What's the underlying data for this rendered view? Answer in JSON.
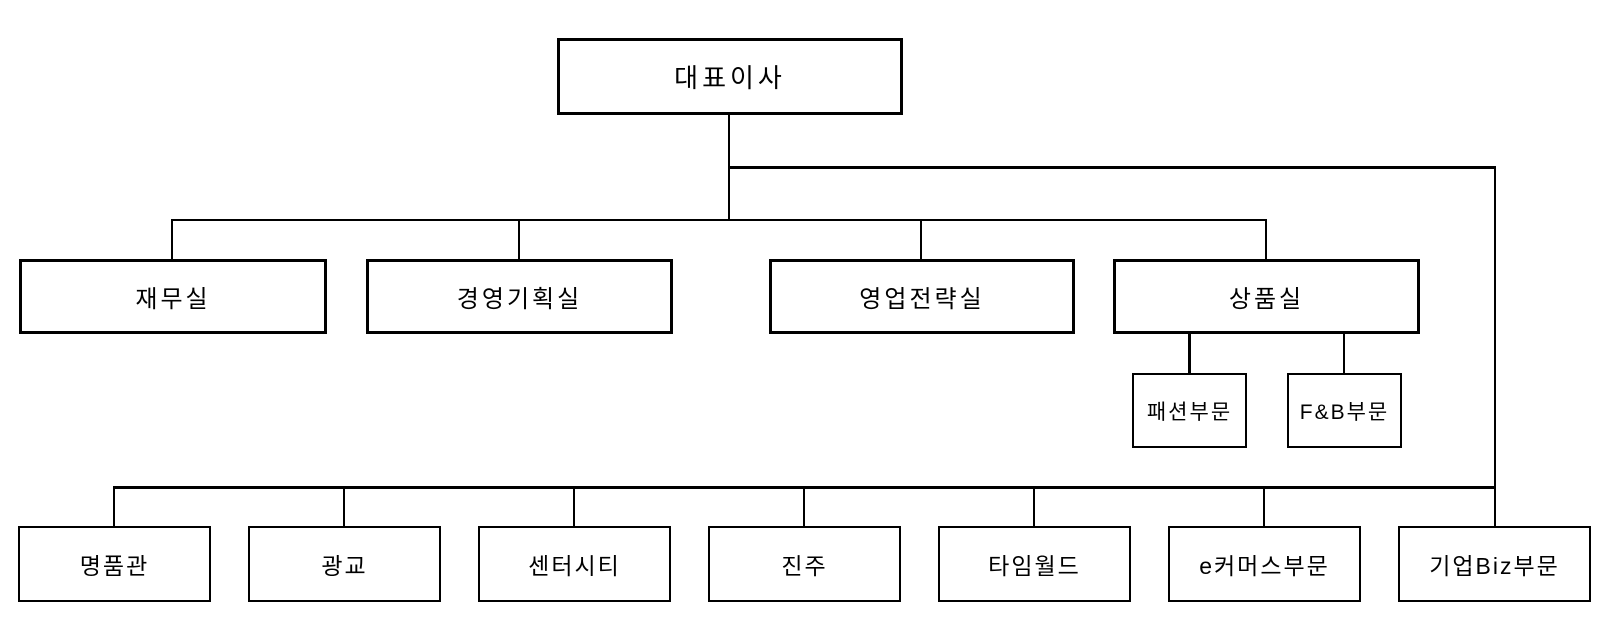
{
  "diagram": {
    "type": "org-chart",
    "root": {
      "label": "대표이사"
    },
    "departments": [
      {
        "label": "재무실"
      },
      {
        "label": "경영기획실"
      },
      {
        "label": "영업전략실"
      },
      {
        "label": "상품실",
        "children": [
          {
            "label": "패션부문"
          },
          {
            "label": "F&B부문"
          }
        ]
      }
    ],
    "branches": [
      {
        "label": "명품관"
      },
      {
        "label": "광교"
      },
      {
        "label": "센터시티"
      },
      {
        "label": "진주"
      },
      {
        "label": "타임월드"
      },
      {
        "label": "e커머스부문"
      },
      {
        "label": "기업Biz부문"
      }
    ],
    "colors": {
      "background": "#ffffff",
      "box_fill": "#ffffff",
      "box_border": "#000000",
      "line": "#000000",
      "text": "#000000"
    }
  }
}
